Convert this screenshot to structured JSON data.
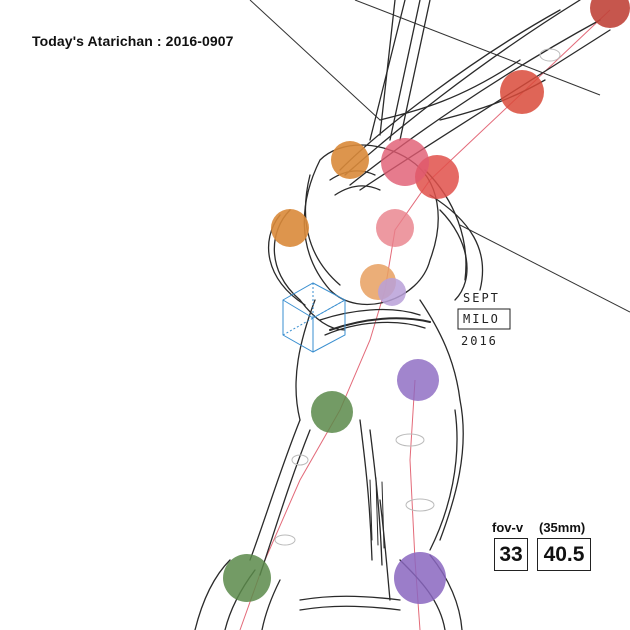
{
  "title": "Today's Atarichan : 2016-0907",
  "hud": {
    "fov_label": "fov-v",
    "lens_label": "(35mm)",
    "fov_value": "33",
    "lens_value": "40.5"
  },
  "signature": {
    "line1": "SEPT",
    "line2": "MILO",
    "line3": "2016"
  },
  "colors": {
    "ink": "#2a2a2a",
    "guide_line": "#e05a6a",
    "cube": "#3a8fd0",
    "joint_orange": "#d98a3a",
    "joint_red": "#d94a3a",
    "joint_pink": "#e05a70",
    "joint_green": "#5a8a4a",
    "joint_purple": "#8a66c0",
    "joint_lavender": "#b8a0d8"
  },
  "icons": [
    "reference-cube-icon"
  ]
}
